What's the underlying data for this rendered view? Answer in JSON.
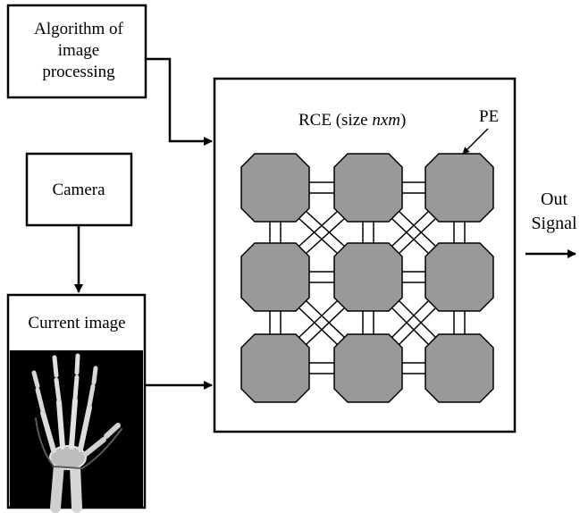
{
  "algorithm_box": {
    "lines": [
      "Algorithm of",
      "image",
      "processing"
    ]
  },
  "camera_box": {
    "label": "Camera"
  },
  "current_image_box": {
    "label": "Current image"
  },
  "rce_box": {
    "title_prefix": "RCE (size ",
    "title_size": "nxm",
    "title_suffix": ")",
    "pe_label": "PE",
    "grid_rows": 3,
    "grid_cols": 3
  },
  "out_signal": {
    "lines": [
      "Out",
      "Signal"
    ]
  },
  "colors": {
    "pe_fill": "#999999",
    "stroke": "#000000",
    "xray_background": "#000000",
    "bone": "#e8e8e8"
  }
}
